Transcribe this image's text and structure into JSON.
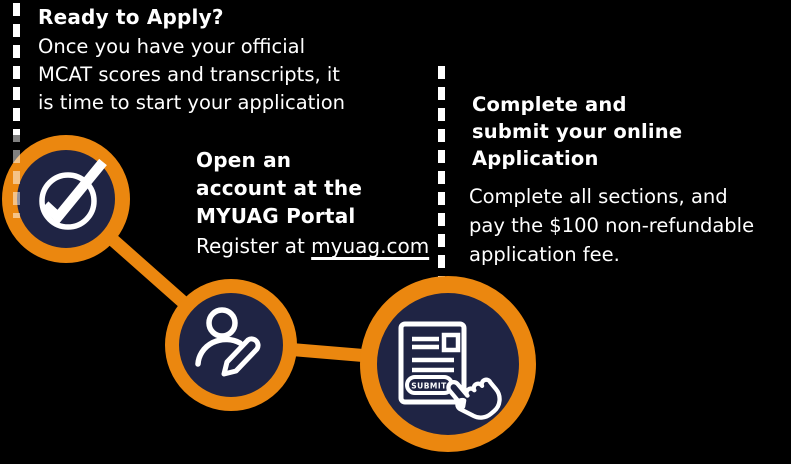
{
  "colors": {
    "background": "#000000",
    "navy": "#1F2444",
    "orange": "#EB870F",
    "text": "#FFFFFF"
  },
  "intro": {
    "title": "Ready to Apply?",
    "body_lines": [
      "Once you have your official",
      "MCAT scores and transcripts, it",
      "is time to start your application"
    ]
  },
  "portal_step": {
    "title_lines": [
      "Open an",
      "account at the",
      "MYUAG Portal"
    ],
    "register_prefix": "Register at ",
    "register_link": "myuag.com"
  },
  "submit_step": {
    "title_lines": [
      "Complete and",
      "submit your online",
      "Application"
    ],
    "body_lines": [
      "Complete all sections, and",
      "pay the $100 non-refundable",
      "application fee."
    ]
  },
  "icons": {
    "step1": "checkmark-circle-icon",
    "step2": "register-account-icon",
    "step3": "submit-document-icon"
  },
  "submit_button_label": "SUBMIT"
}
